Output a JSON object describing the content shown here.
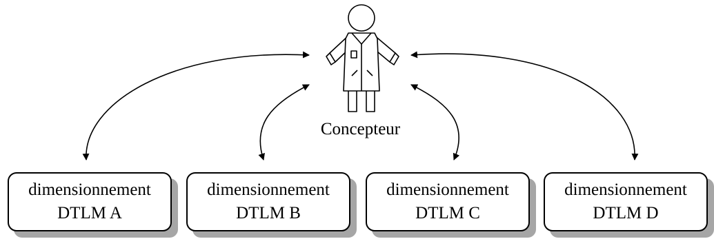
{
  "actor": {
    "label": "Concepteur",
    "icon": "designer-person-icon"
  },
  "modules": [
    {
      "line1": "dimensionnement",
      "line2": "DTLM A"
    },
    {
      "line1": "dimensionnement",
      "line2": "DTLM B"
    },
    {
      "line1": "dimensionnement",
      "line2": "DTLM C"
    },
    {
      "line1": "dimensionnement",
      "line2": "DTLM D"
    }
  ],
  "colors": {
    "stroke": "#000000",
    "shadow": "#a6a6a6",
    "box_fill": "#ffffff"
  }
}
